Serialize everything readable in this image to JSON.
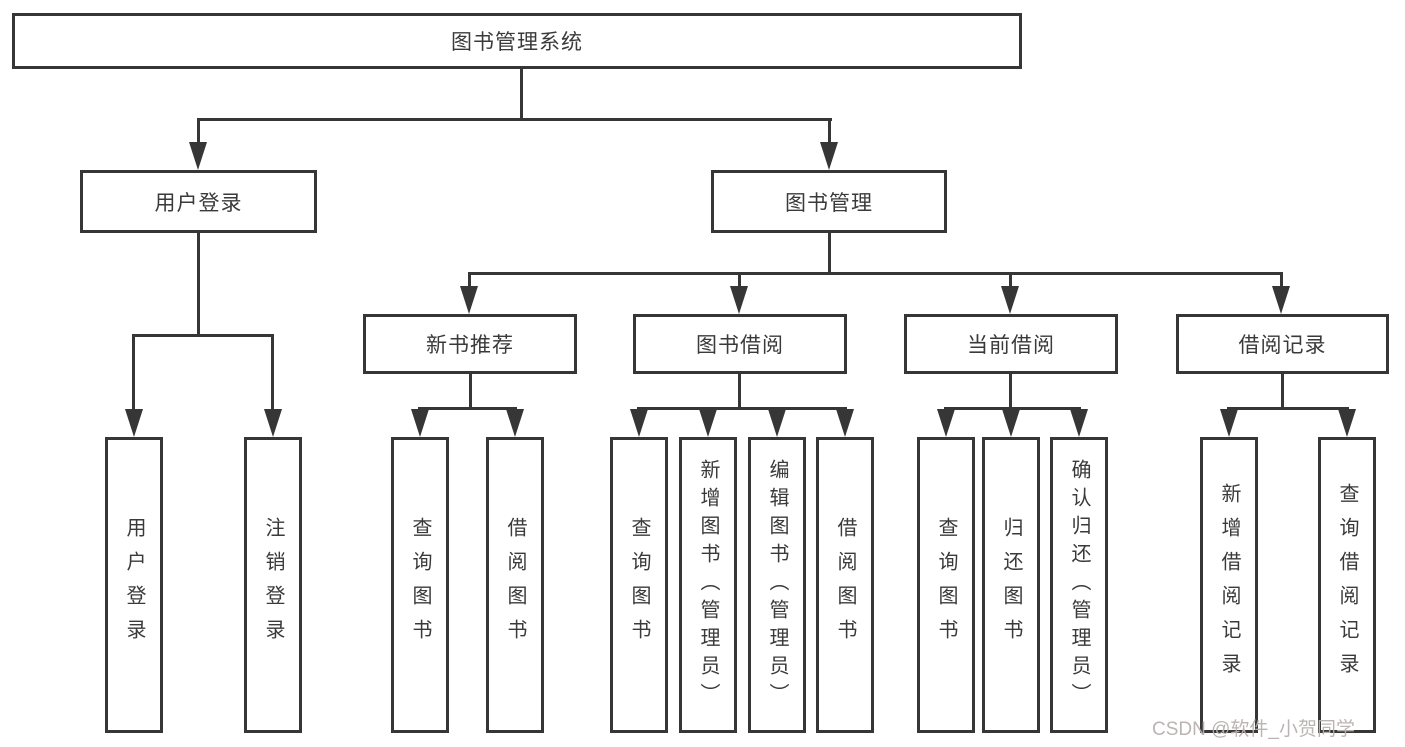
{
  "diagram": {
    "root": "图书管理系统",
    "branches": [
      {
        "label": "用户登录",
        "children": [
          {
            "label": "用户登录"
          },
          {
            "label": "注销登录"
          }
        ]
      },
      {
        "label": "图书管理",
        "children": [
          {
            "label": "新书推荐",
            "children": [
              {
                "label": "查询图书"
              },
              {
                "label": "借阅图书"
              }
            ]
          },
          {
            "label": "图书借阅",
            "children": [
              {
                "label": "查询图书"
              },
              {
                "label": "新增图书（管理员）"
              },
              {
                "label": "编辑图书（管理员）"
              },
              {
                "label": "借阅图书"
              }
            ]
          },
          {
            "label": "当前借阅",
            "children": [
              {
                "label": "查询图书"
              },
              {
                "label": "归还图书"
              },
              {
                "label": "确认归还（管理员）"
              }
            ]
          },
          {
            "label": "借阅记录",
            "children": [
              {
                "label": "新增借阅记录"
              },
              {
                "label": "查询借阅记录"
              }
            ]
          }
        ]
      }
    ],
    "watermark": "CSDN @软件_小贺同学"
  },
  "colors": {
    "line": "#363636",
    "text": "#3a3a3a",
    "box_background": "#ffffff",
    "watermark": "#b9b0b0"
  }
}
